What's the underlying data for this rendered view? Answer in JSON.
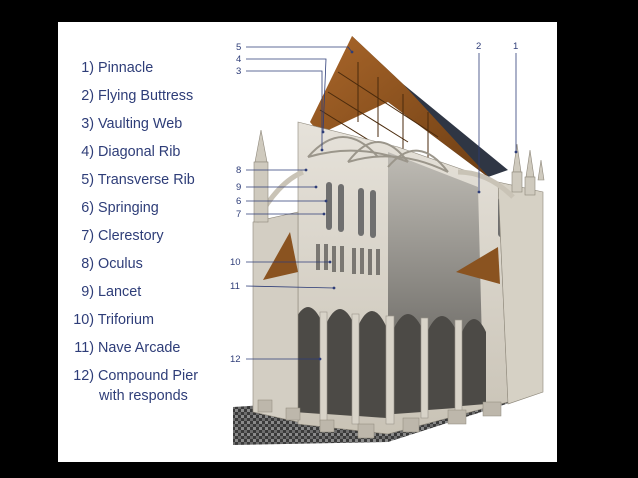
{
  "legend": [
    {
      "num": "1)",
      "label": "Pinnacle"
    },
    {
      "num": "2)",
      "label": "Flying Buttress"
    },
    {
      "num": "3)",
      "label": "Vaulting Web"
    },
    {
      "num": "4)",
      "label": "Diagonal Rib"
    },
    {
      "num": "5)",
      "label": "Transverse Rib"
    },
    {
      "num": "6)",
      "label": "Springing"
    },
    {
      "num": "7)",
      "label": "Clerestory"
    },
    {
      "num": "8)",
      "label": "Oculus"
    },
    {
      "num": "9)",
      "label": "Lancet"
    },
    {
      "num": "10)",
      "label": "Triforium"
    },
    {
      "num": "11)",
      "label": "Nave Arcade"
    },
    {
      "num": "12)",
      "label": "Compound Pier",
      "sub": "with responds"
    }
  ],
  "callouts": [
    "5",
    "4",
    "3",
    "2",
    "1",
    "8",
    "9",
    "6",
    "7",
    "10",
    "11",
    "12"
  ],
  "colors": {
    "text": "#2e3d78",
    "background": "#000000",
    "panel": "#ffffff",
    "stone": "#d8d3c8",
    "roof_wood": "#8a5320",
    "roof_slate": "#2f3644"
  }
}
